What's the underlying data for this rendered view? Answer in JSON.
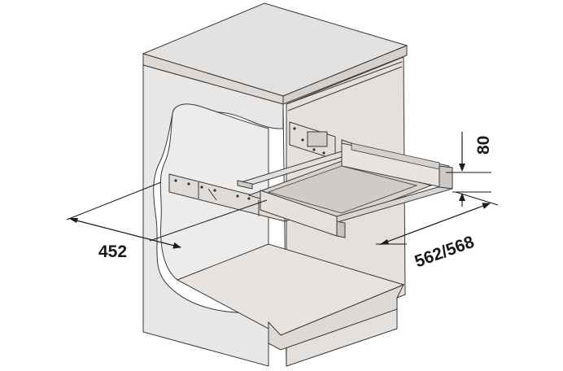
{
  "dimensions": {
    "depth_label": "452",
    "width_label": "562/568",
    "height_label": "80"
  },
  "colors": {
    "cabinet_fill": "#e9e7e6",
    "cabinet_shade": "#d9d6d4",
    "countertop_fill": "#e4e2e0",
    "drawer_fill": "#dcd9d7",
    "drawer_inner": "#d2cecb",
    "line": "#3a3a3a",
    "dimension_line": "#1a1a1a"
  }
}
